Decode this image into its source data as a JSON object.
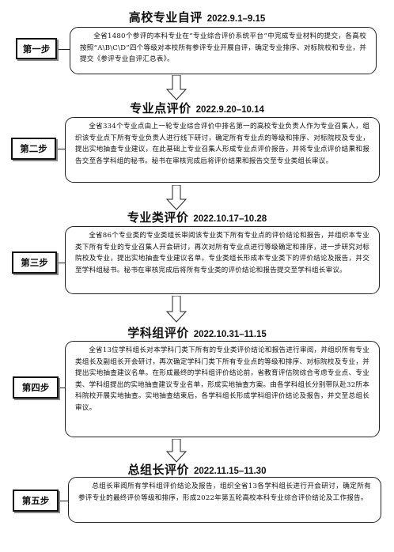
{
  "stages": [
    {
      "step": "第一步",
      "title": "高校专业自评",
      "date": "2022.9.1–9.15",
      "text": "全省1480个参评的本科专业在“专业综合评价系统平台”中完成专业材料的提交，各高校按照“A\\B\\C\\D”四个等级对本校所有参评专业开展自评，确定专业排序、对标院校和专业，并提交《参评专业自评汇总表》。"
    },
    {
      "step": "第二步",
      "title": "专业点评价",
      "date": "2022.9.20–10.14",
      "text": "全省334个专业点由上一轮专业综合评价中排名第一的高校专业负责人作为专业召集人，组织该专业点下所有专业负责人进行线下研讨，确定所有专业点的等级和排序、对标院校及专业，提出实地抽查专业建议，在此基础上专业召集人形成专业点评价报告，并将专业点评价结果和报告交至各学科组的秘书。秘书在审核完成后将评价结果和报告交至专业类组长审议。"
    },
    {
      "step": "第三步",
      "title": "专业类评价",
      "date": "2022.10.17–10.28",
      "text": "全省86个专业类的专业类组长审阅该专业类下所有专业点的评价结论和报告，并组织本专业类下所有专业的专业召集人开会研讨，再次对所有专业点进行等级确定和排序，进一步研究对标院校及专业，提出实地抽查专业建议名单。专业类组长形成本专业类下的评价结论及报告，并交至学科组秘书。秘书在审核完成后将所有专业类的评价结论和报告提交至学科组长审议。"
    },
    {
      "step": "第四步",
      "title": "学科组评价",
      "date": "2022.10.31–11.15",
      "text": "全省13位学科组长对本学科门类下所有的专业类评价结论和报告进行审阅，并组织所有专业类组长及副组长开会研讨，再次确定学科门类下所有专业点的等级和排序、对标院校及专业，并提出实地抽查建议名单。在形成最终的学科组评价结论前，省教育评估院综合考虑专业点、专业类、学科组提出的实地抽查建议专业名单，形成实地抽查方案。由各学科组长分别带队赴32所本科院校开展实地抽查。实地抽查结束后，各学科组长形成学科组评价结论及报告，并交至总组长审议。"
    },
    {
      "step": "第五步",
      "title": "总组长评价",
      "date": "2022.11.15–11.30",
      "text": "总组长审阅所有学科组评价结论及报告，组织全省13各学科组长进行开会研讨，确定所有参评专业的最终评价等级和排序，形成2022年第五轮高校本科专业综合评价结论及工作报告。"
    }
  ]
}
